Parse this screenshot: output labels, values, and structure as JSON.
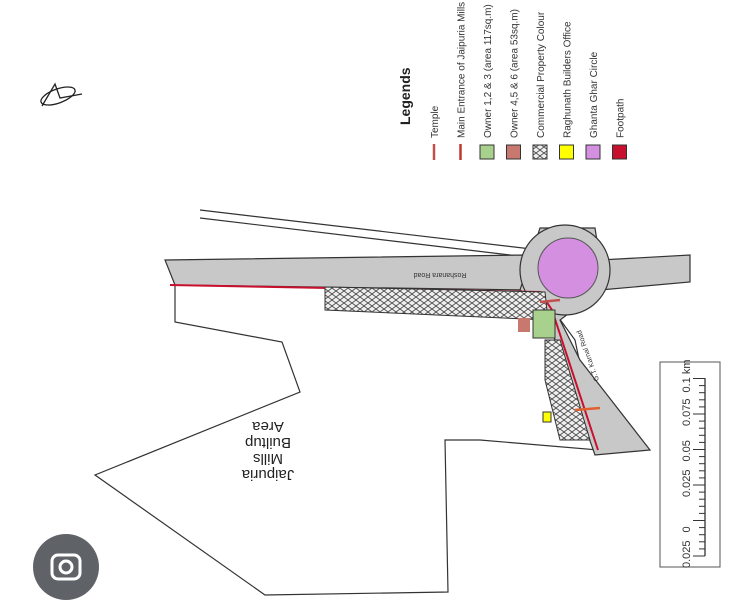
{
  "map": {
    "area_label": [
      "Jaipuria",
      "Mills",
      "Builtup",
      "Area"
    ],
    "roads": {
      "road_north": "Roshanara Road",
      "road_south": "G.T. Karnal Road"
    }
  },
  "legend": {
    "title": "Legends",
    "items": [
      {
        "label": "Temple",
        "color": "#c0504d"
      },
      {
        "label": "Main Entrance of Jaipuria Mills",
        "color": "#c0392b"
      },
      {
        "label": "Owner 1,2 & 3 (area 117sq.m)",
        "color": "#a9d18e"
      },
      {
        "label": "Owner 4,5 & 6 (area 53sq.m)",
        "color": "#c9786f"
      },
      {
        "label": "Commercial Property Colour",
        "color": "#ffffff"
      },
      {
        "label": "Raghunath Builders Office",
        "color": "#ffff00"
      },
      {
        "label": "Ghanta Ghar Circle",
        "color": "#d58fe0"
      },
      {
        "label": "Footpath",
        "color": "#c8102e"
      }
    ]
  },
  "scale": {
    "labels": [
      "0.025",
      "0",
      "0.025",
      "0.05",
      "0.075",
      "0.1 km"
    ]
  },
  "lens_button": {
    "icon": "camera-lens-icon"
  }
}
